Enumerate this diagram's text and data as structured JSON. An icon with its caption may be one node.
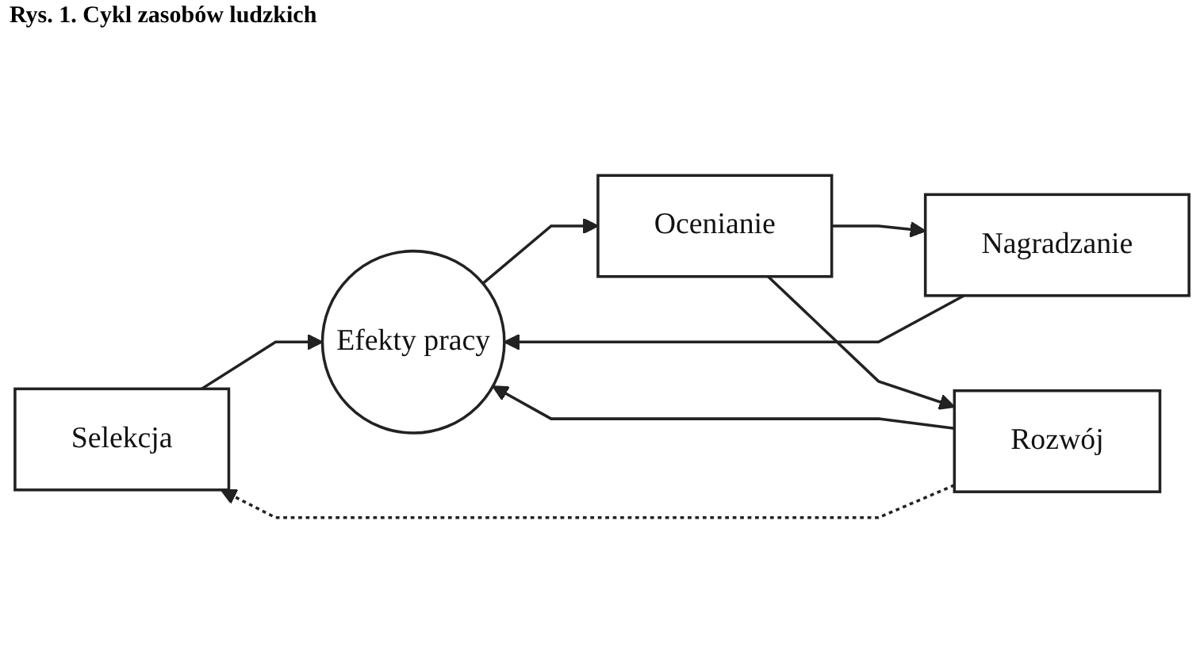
{
  "diagram": {
    "title": "Rys. 1. Cykl zasobów ludzkich",
    "nodes": [
      {
        "text": [
          "Selekcja"
        ]
      },
      {
        "text": [
          "Efekty pracy"
        ]
      },
      {
        "text": [
          "Ocenianie"
        ]
      },
      {
        "text": [
          "Nagradzanie"
        ]
      },
      {
        "text": [
          "Rozwój"
        ]
      }
    ],
    "edges": [
      {
        "from": 0,
        "to": 1,
        "arrow": "to"
      },
      {
        "from": 1,
        "to": 2,
        "arrow": "to"
      },
      {
        "from": 2,
        "to": 3,
        "arrow": "to"
      },
      {
        "from": 2,
        "to": 4,
        "arrow": "to"
      },
      {
        "from": 3,
        "to": 1,
        "arrow": "to"
      },
      {
        "from": 4,
        "to": 1,
        "arrow": "to"
      },
      {
        "from": 4,
        "to": 0,
        "arrow": "to",
        "style": "dashed"
      }
    ]
  }
}
